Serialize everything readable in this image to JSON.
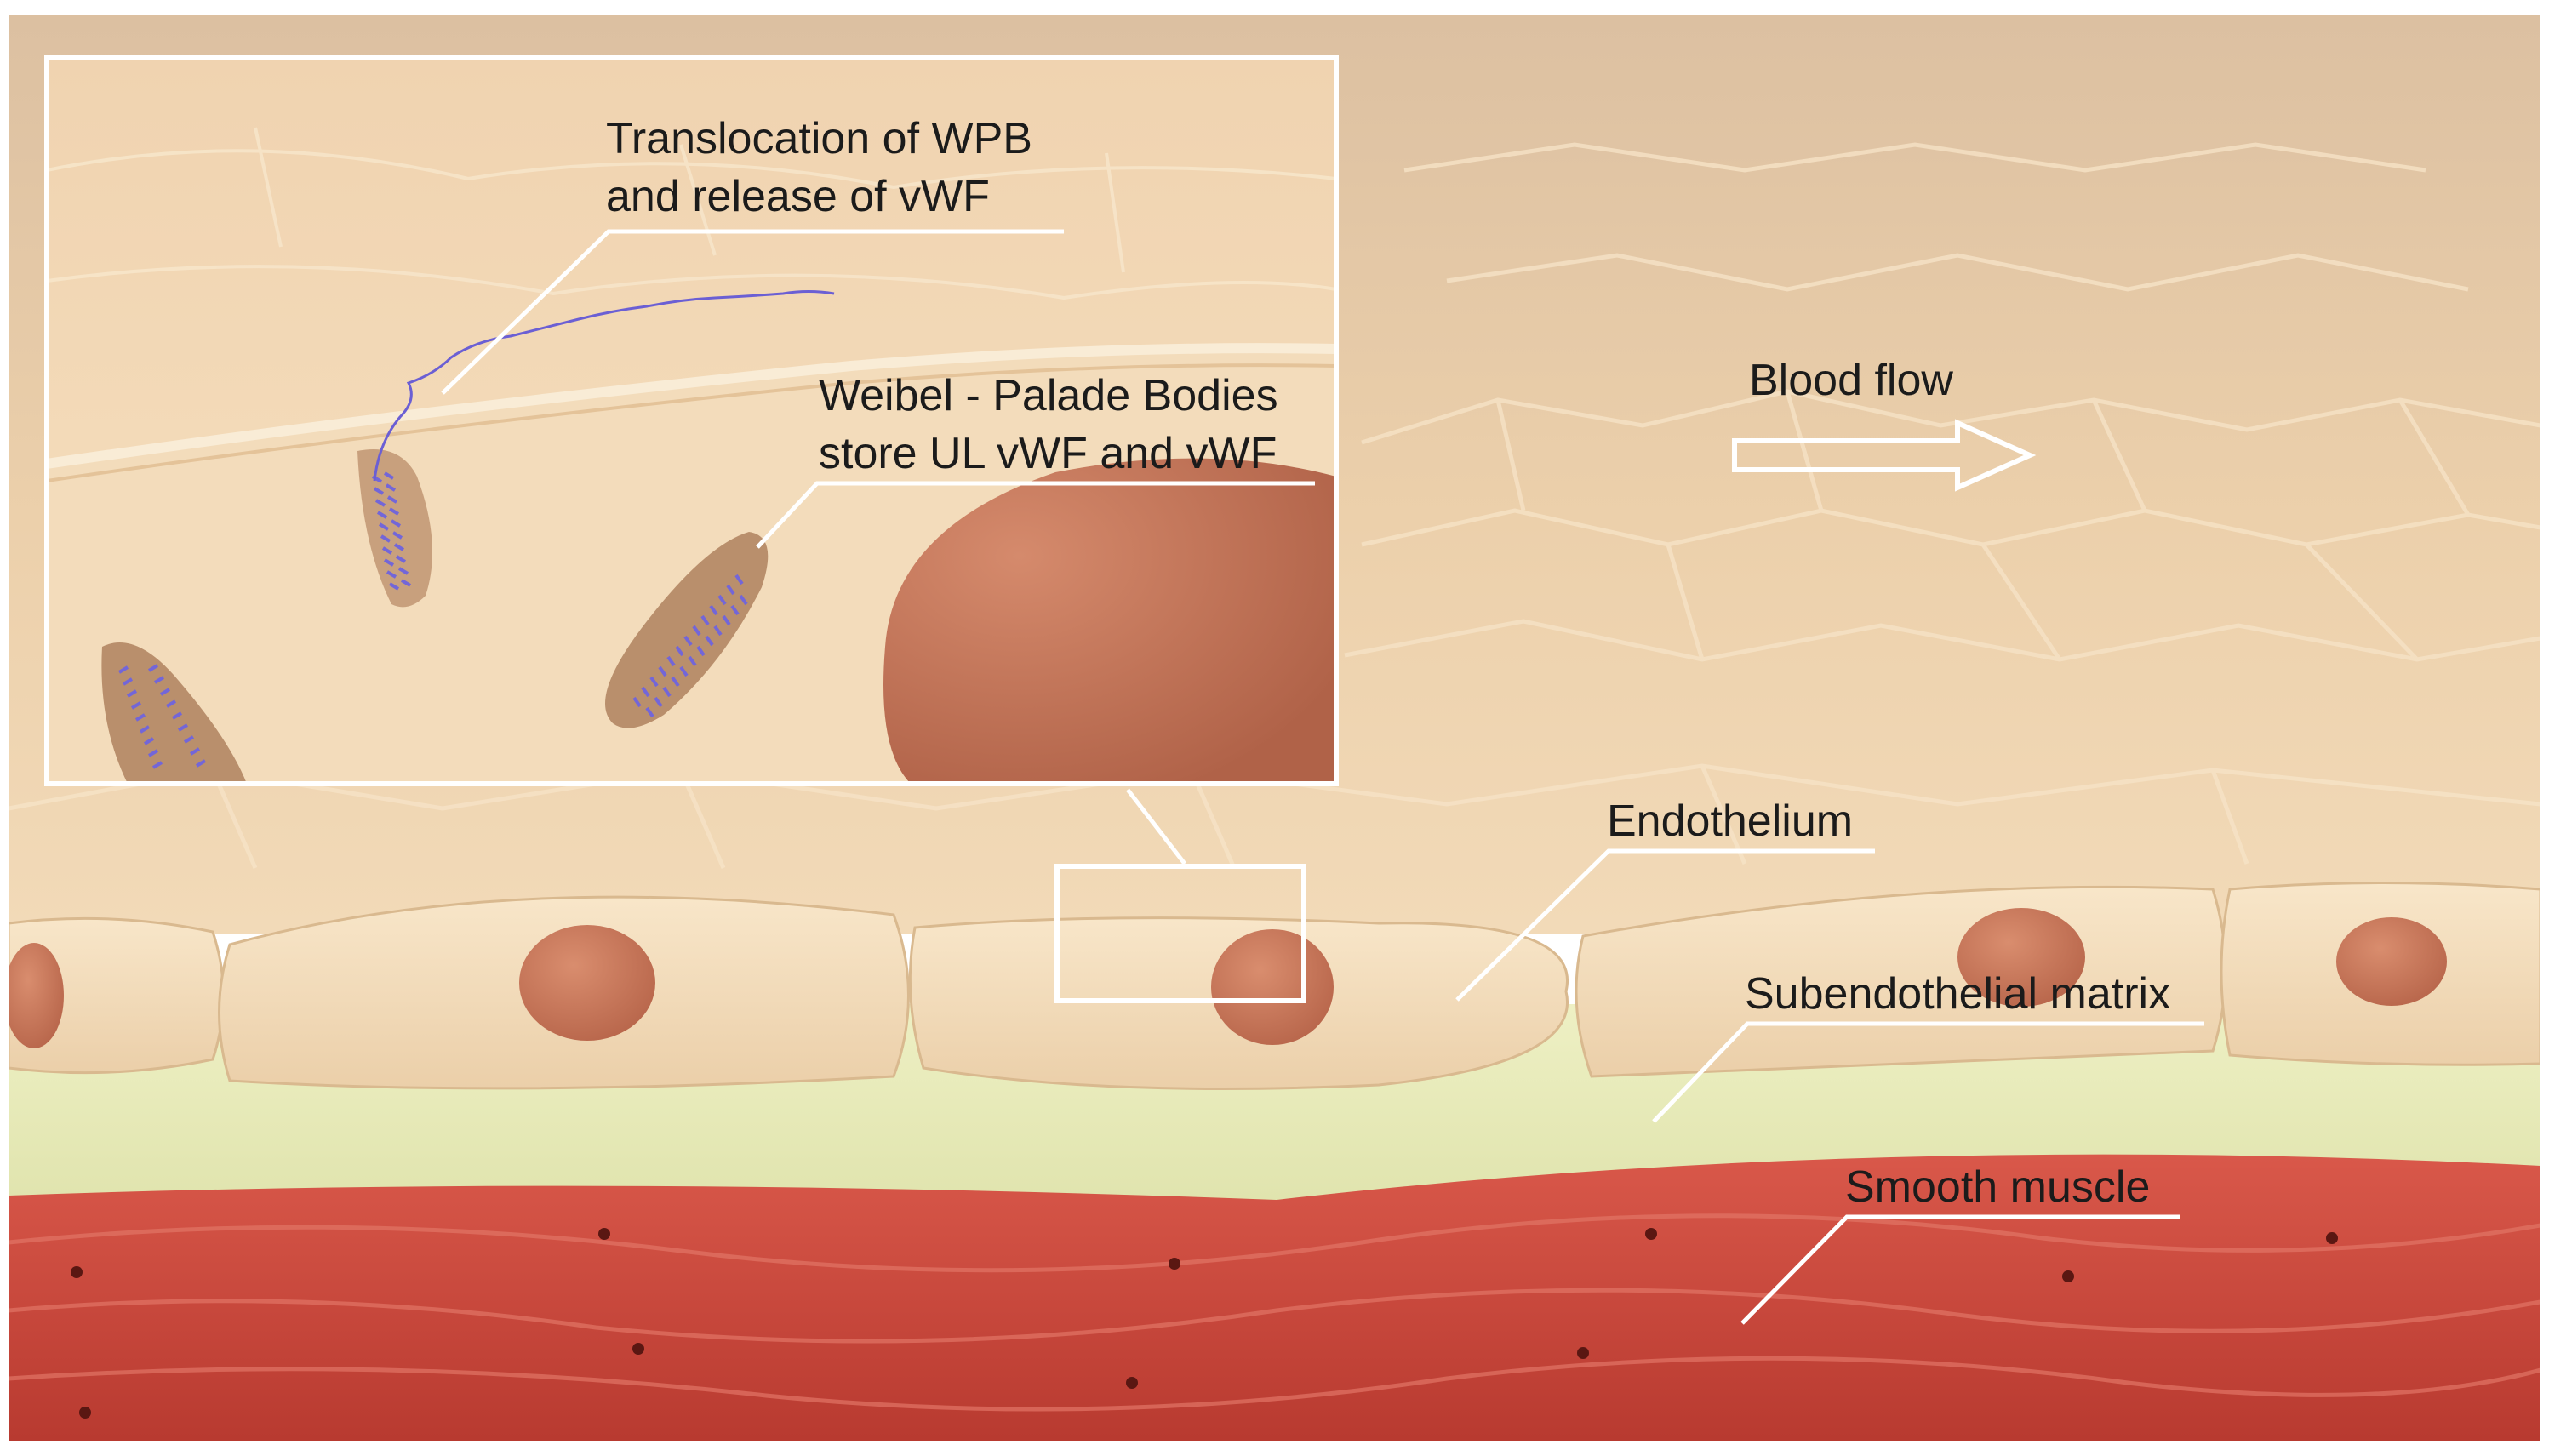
{
  "labels": {
    "translocation_line1": "Translocation of WPB",
    "translocation_line2": "and release of vWF",
    "wpb_line1": "Weibel - Palade Bodies",
    "wpb_line2": "store UL vWF and vWF",
    "blood_flow": "Blood flow",
    "endothelium": "Endothelium",
    "subendothelial": "Subendothelial matrix",
    "smooth_muscle": "Smooth muscle"
  },
  "colors": {
    "lumen": "#e9c9a4",
    "endothelial_cell": "#f3dcbc",
    "nucleus": "#c9765a",
    "subendothelial_matrix": "#e7ecb9",
    "smooth_muscle": "#cf4a3c",
    "vwf_strand": "#6b5fd4",
    "callout_line": "#ffffff"
  }
}
